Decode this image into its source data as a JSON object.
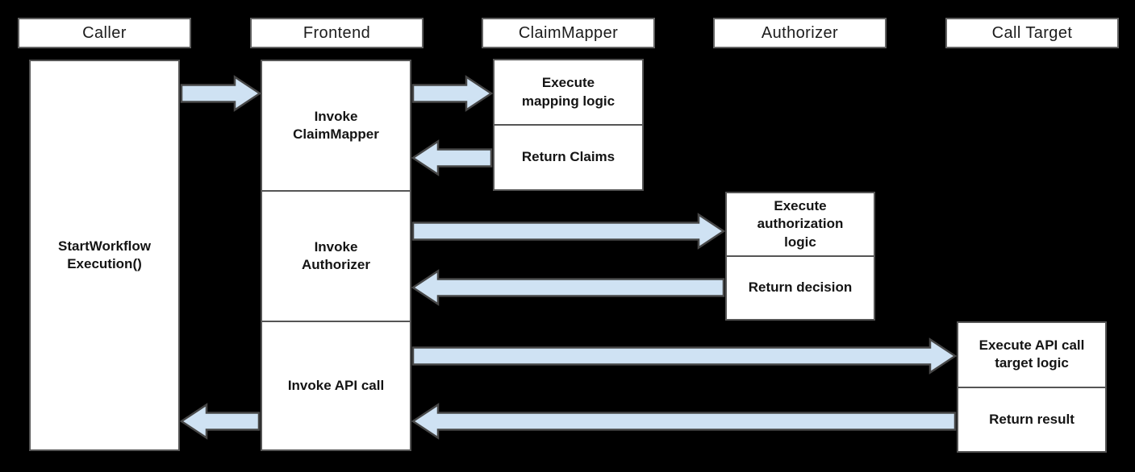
{
  "diagram": {
    "type": "sequence-diagram",
    "actors": [
      {
        "label": "Caller"
      },
      {
        "label": "Frontend"
      },
      {
        "label": "ClaimMapper"
      },
      {
        "label": "Authorizer"
      },
      {
        "label": "Call Target"
      }
    ],
    "caller": {
      "sections": [
        {
          "label": "StartWorkflow\nExecution()"
        }
      ]
    },
    "frontend": {
      "sections": [
        {
          "label": "Invoke\nClaimMapper"
        },
        {
          "label": "Invoke\nAuthorizer"
        },
        {
          "label": "Invoke API call"
        }
      ]
    },
    "claimmapper": {
      "sections": [
        {
          "label": "Execute\nmapping logic"
        },
        {
          "label": "Return Claims"
        }
      ]
    },
    "authorizer": {
      "sections": [
        {
          "label": "Execute\nauthorization\nlogic"
        },
        {
          "label": "Return decision"
        }
      ]
    },
    "calltarget": {
      "sections": [
        {
          "label": "Execute API call\ntarget logic"
        },
        {
          "label": "Return result"
        }
      ]
    },
    "edges": [
      {
        "id": "arrow-caller-to-frontend",
        "from": "Caller",
        "to": "Frontend",
        "direction": "right"
      },
      {
        "id": "arrow-frontend-to-claimmapper",
        "from": "Frontend",
        "to": "ClaimMapper",
        "direction": "right"
      },
      {
        "id": "arrow-claimmapper-to-frontend",
        "from": "ClaimMapper",
        "to": "Frontend",
        "direction": "left"
      },
      {
        "id": "arrow-frontend-to-authorizer",
        "from": "Frontend",
        "to": "Authorizer",
        "direction": "right"
      },
      {
        "id": "arrow-authorizer-to-frontend",
        "from": "Authorizer",
        "to": "Frontend",
        "direction": "left"
      },
      {
        "id": "arrow-frontend-to-calltarget",
        "from": "Frontend",
        "to": "Call Target",
        "direction": "right"
      },
      {
        "id": "arrow-calltarget-to-frontend",
        "from": "Call Target",
        "to": "Frontend",
        "direction": "left"
      },
      {
        "id": "arrow-frontend-to-caller",
        "from": "Frontend",
        "to": "Caller",
        "direction": "left"
      }
    ],
    "colors": {
      "background": "#000000",
      "box_fill": "#ffffff",
      "box_border": "#555555",
      "arrow_fill": "#cfe2f3",
      "arrow_border": "#474747",
      "text": "#141414"
    }
  }
}
